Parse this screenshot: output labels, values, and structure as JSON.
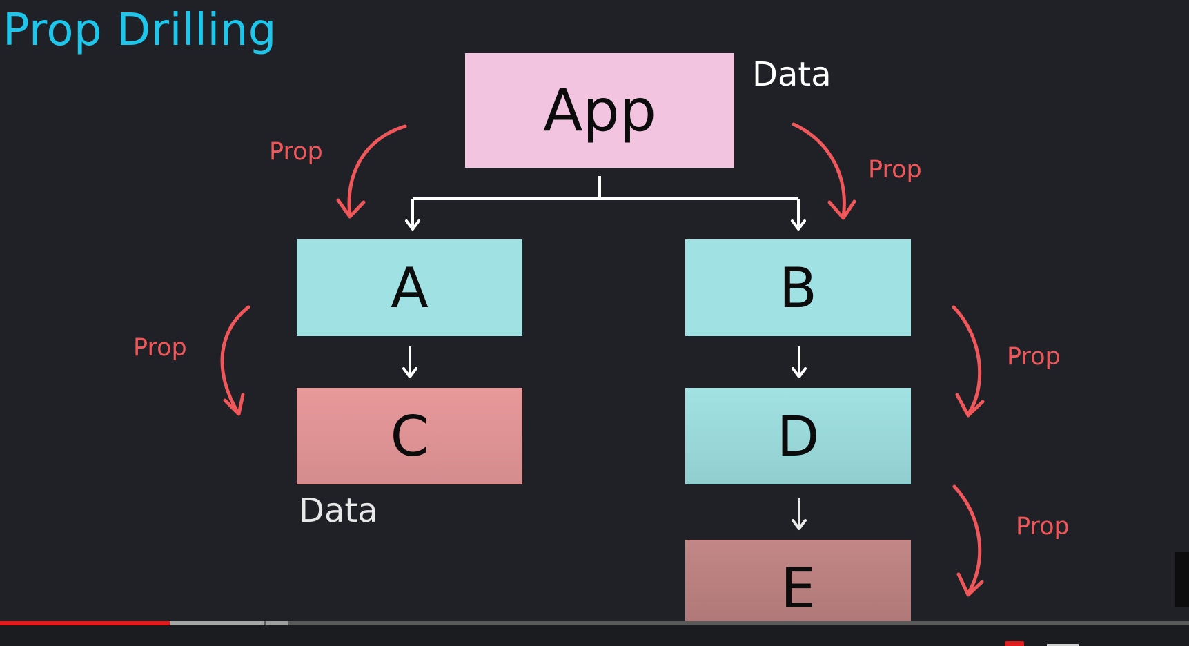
{
  "title": "Prop Drilling",
  "nodes": {
    "app": "App",
    "a": "A",
    "b": "B",
    "c": "C",
    "d": "D",
    "e": "E"
  },
  "data_labels": {
    "top": "Data",
    "bottom": "Data"
  },
  "prop_labels": [
    "Prop",
    "Prop",
    "Prop",
    "Prop",
    "Prop"
  ],
  "video_progress": {
    "played_fraction": 0.143,
    "buffered_fraction": 0.242
  },
  "colors": {
    "title": "#1ec6ec",
    "prop_arrow": "#f0575a",
    "background": "#1f2126",
    "app_box": "#f2c4e0",
    "teal_box": "#a0e1e3",
    "red_box": "#e8999a",
    "progress_played": "#e01b1b"
  }
}
